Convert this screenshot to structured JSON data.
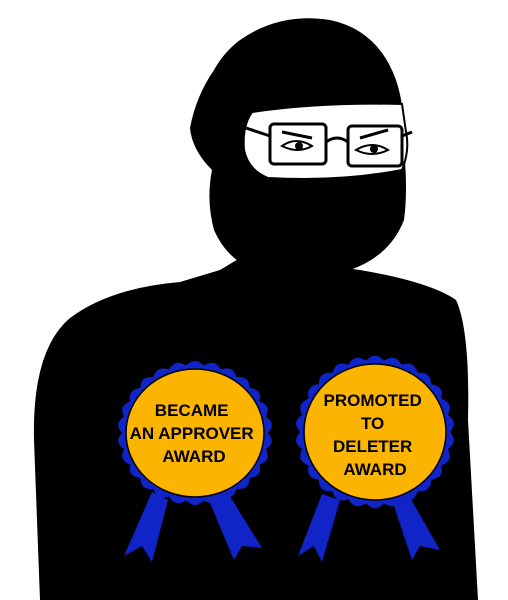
{
  "colors": {
    "background": "#ffffff",
    "silhouette": "#000000",
    "rosette_fill": "#fbb400",
    "rosette_edge": "#1024c8",
    "ribbon": "#1024c8",
    "text": "#000000",
    "face_band": "#ffffff"
  },
  "awards": [
    {
      "lines": [
        "BECAME",
        "AN APPROVER",
        "AWARD"
      ]
    },
    {
      "lines": [
        "PROMOTED",
        "TO",
        "DELETER",
        "AWARD"
      ]
    }
  ]
}
